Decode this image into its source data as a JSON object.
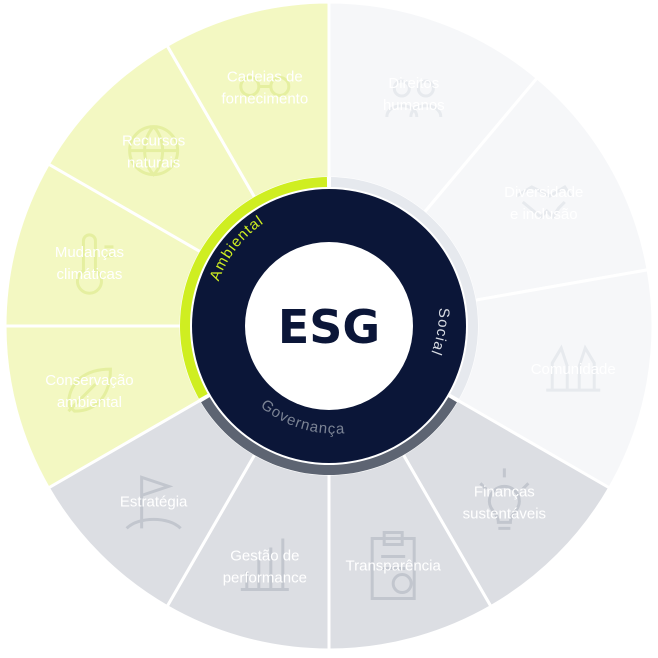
{
  "center_label": "ESG",
  "colors": {
    "dark": "#0b1638",
    "ambiental_fill": "#f3f8c2",
    "ambiental_accent": "#cfee21",
    "social_fill": "#f6f7f9",
    "social_accent": "#e6e9ee",
    "governanca_fill": "#dcdee3",
    "governanca_accent": "#5d6472",
    "stroke": "#ffffff"
  },
  "pillars": [
    {
      "key": "ambiental",
      "label": "Ambiental",
      "segments": [
        {
          "label": "Conservação ambiental",
          "lines": [
            "Conservação",
            "ambiental"
          ],
          "icon": "leaf-icon"
        },
        {
          "label": "Mudanças climáticas",
          "lines": [
            "Mudanças",
            "climáticas"
          ],
          "icon": "thermometer-icon"
        },
        {
          "label": "Recursos naturais",
          "lines": [
            "Recursos",
            "naturais"
          ],
          "icon": "globe-icon"
        },
        {
          "label": "Cadeias de fornecimento",
          "lines": [
            "Cadeias de",
            "fornecimento"
          ],
          "icon": "chain-icon"
        }
      ]
    },
    {
      "key": "social",
      "label": "Social",
      "segments": [
        {
          "label": "Direitos humanos",
          "lines": [
            "Direitos",
            "humanos"
          ],
          "icon": "people-icon"
        },
        {
          "label": "Diversidade e inclusão",
          "lines": [
            "Diversidade",
            "e inclusão"
          ],
          "icon": "handshake-icon"
        },
        {
          "label": "Comunidade",
          "lines": [
            "Comunidade"
          ],
          "icon": "hands-icon"
        }
      ]
    },
    {
      "key": "governanca",
      "label": "Governança",
      "segments": [
        {
          "label": "Finanças sustentáveis",
          "lines": [
            "Finanças",
            "sustentáveis"
          ],
          "icon": "lightbulb-icon"
        },
        {
          "label": "Transparência",
          "lines": [
            "Transparência"
          ],
          "icon": "clipboard-icon"
        },
        {
          "label": "Gestão de performance",
          "lines": [
            "Gestão de",
            "performance"
          ],
          "icon": "chart-icon"
        },
        {
          "label": "Estratégia",
          "lines": [
            "Estratégia"
          ],
          "icon": "flag-icon"
        }
      ]
    }
  ]
}
